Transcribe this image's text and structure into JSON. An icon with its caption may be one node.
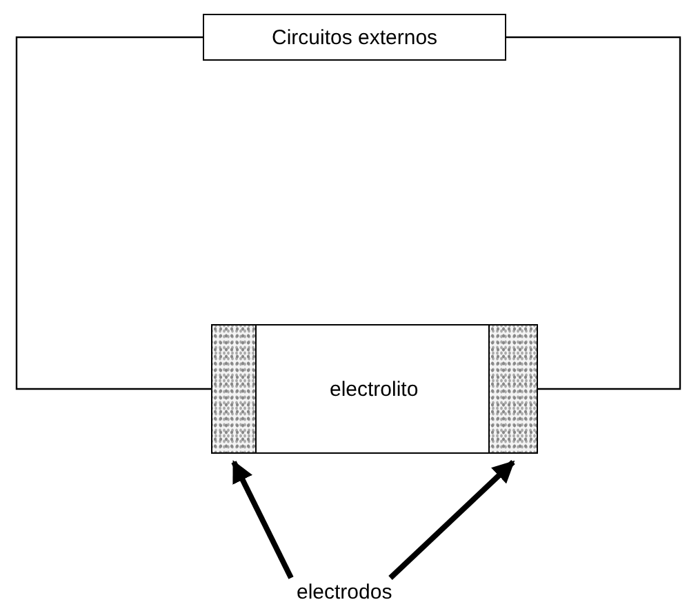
{
  "diagram": {
    "nodes": [
      {
        "text": [
          "Circuitos externos"
        ]
      },
      {
        "text": [
          "electrolito"
        ]
      },
      {
        "text": [],
        "shape": "box",
        "in": 1
      },
      {
        "text": [],
        "shape": "box",
        "in": 1
      },
      {
        "text": [
          "electrodos"
        ]
      }
    ],
    "edges": [
      {
        "from": 0,
        "to": 2,
        "arrow": "none"
      },
      {
        "from": 0,
        "to": 3,
        "arrow": "none"
      },
      {
        "from": 4,
        "to": 2,
        "arrow": "to",
        "style": "thick"
      },
      {
        "from": 4,
        "to": 3,
        "arrow": "to",
        "style": "thick"
      }
    ]
  }
}
